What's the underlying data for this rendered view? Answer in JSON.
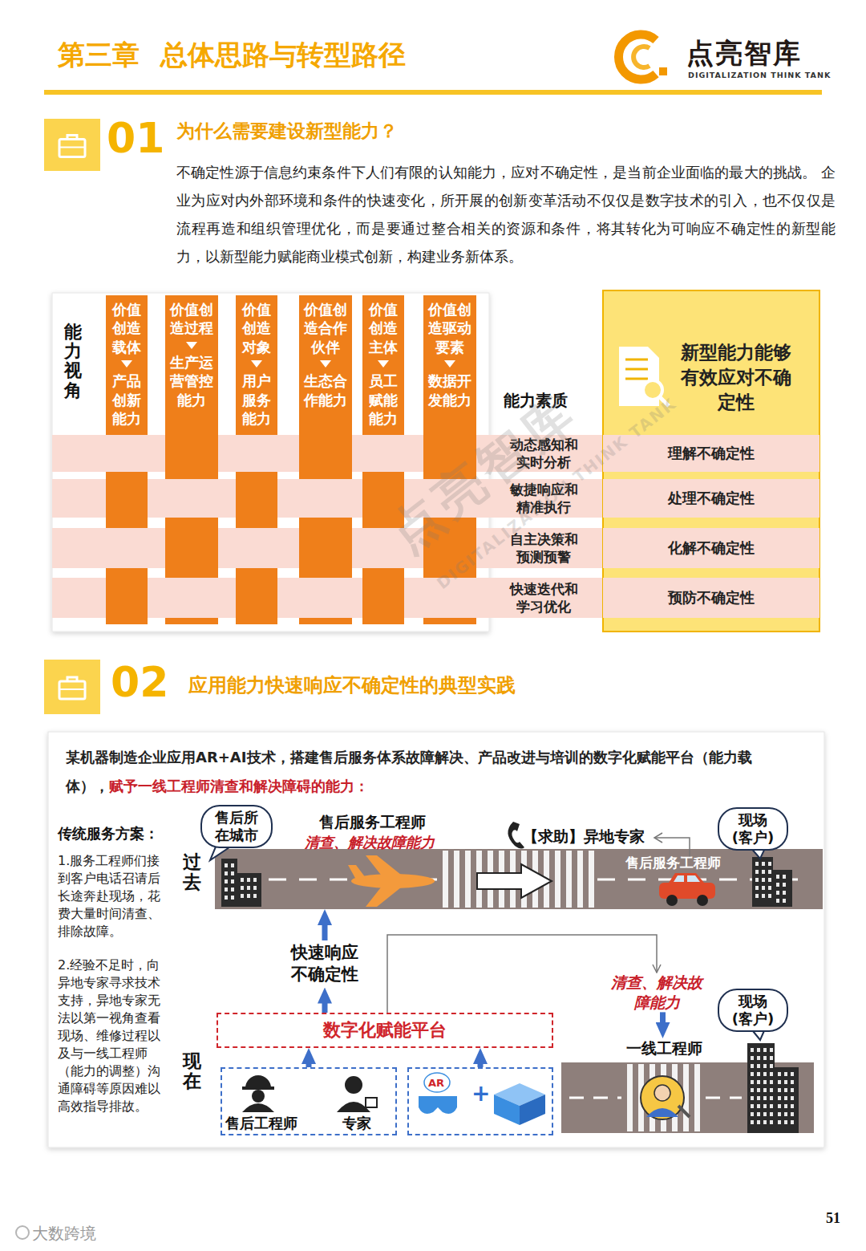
{
  "diagram": {
    "title": "第三章 总体思路与转型路径",
    "nodes": [
      {
        "text": [
          "价值创造载体",
          "产品创新能力"
        ]
      },
      {
        "text": [
          "价值创造过程",
          "生产运营管控能力"
        ]
      },
      {
        "text": [
          "价值创造对象",
          "用户服务能力"
        ]
      },
      {
        "text": [
          "价值创造合作伙伴",
          "生态合作能力"
        ]
      },
      {
        "text": [
          "价值创造主体",
          "员工赋能能力"
        ]
      },
      {
        "text": [
          "价值创造驱动要素",
          "数据开发能力"
        ]
      },
      {
        "text": [
          "动态感知和实时分析"
        ]
      },
      {
        "text": [
          "敏捷响应和精准执行"
        ]
      },
      {
        "text": [
          "自主决策和预测预警"
        ]
      },
      {
        "text": [
          "快速迭代和学习优化"
        ]
      },
      {
        "text": [
          "新型能力能够有效应对不确定性"
        ]
      },
      {
        "text": [
          "理解不确定性"
        ],
        "in": 10
      },
      {
        "text": [
          "处理不确定性"
        ],
        "in": 10
      },
      {
        "text": [
          "化解不确定性"
        ],
        "in": 10
      },
      {
        "text": [
          "预防不确定性"
        ],
        "in": 10
      },
      {
        "text": [
          "某机器制造企业应用AR+AI技术，搭建售后服务体系故障解决、产品改进与培训的数字化赋能平台（能力载体），",
          "赋予一线工程师清查和解决障碍的能力："
        ]
      },
      {
        "text": [
          "售后所在城市"
        ],
        "in": 15
      },
      {
        "text": [
          "现场 (客户)"
        ],
        "in": 15
      },
      {
        "text": [
          "售后服务工程师"
        ],
        "in": 15
      },
      {
        "text": [
          "快速响应不确定性"
        ],
        "in": 15
      },
      {
        "text": [
          "数字化赋能平台"
        ],
        "in": 15
      },
      {
        "text": [
          "售后工程师",
          "专家"
        ],
        "in": 15
      },
      {
        "text": [
          "AR",
          "+"
        ],
        "in": 15
      },
      {
        "text": [
          "清查、解决故障能力"
        ],
        "in": 15
      },
      {
        "text": [
          "一线工程师"
        ],
        "in": 15
      },
      {
        "text": [
          "现场 (客户)"
        ],
        "in": 15
      }
    ],
    "edges": [
      {
        "from": 21,
        "to": 20,
        "arrow": "to"
      },
      {
        "from": 22,
        "to": 20,
        "arrow": "to"
      },
      {
        "from": 20,
        "to": 19,
        "arrow": "to"
      },
      {
        "from": 19,
        "to": 18,
        "arrow": "to"
      },
      {
        "from": 20,
        "to": 23,
        "arrow": "to"
      },
      {
        "from": 23,
        "to": 24,
        "arrow": "to"
      }
    ],
    "labels": [
      "点亮智库",
      "DIGITALIZATION THINK TANK",
      "01",
      "为什么需要建设新型能力？",
      "不确定性源于信息约束条件下人们有限的认知能力，应对不确定性，是当前企业面临的最大的挑战。 企业为应对内外部环境和条件的快速变化，所开展的创新变革活动不仅仅是数字技术的引入，也不仅仅是流程再造和组织管理优化，而是要通过整合相关的资源和条件，将其转化为可响应不确定性的新型能力，以新型能力赋能商业模式创新，构建业务新体系。",
      "能力视角",
      "能力素质",
      "02",
      "应用能力快速响应不确定性的典型实践",
      "传统服务方案：",
      "1.服务工程师们接到客户电话召请后长途奔赴现场，花费大量时间清查、排除故障。",
      "2.经验不足时，向异地专家寻求技术支持，异地专家无法以第一视角查看现场、维修过程以及与一线工程师（能力的调整）沟通障碍等原因难以高效指导排故。",
      "过去",
      "现在",
      "售后服务工程师",
      "清查、解决故障能力",
      "【求助】异地专家",
      "点亮智库",
      "DIGITALIZATION THINK TANK",
      "大数跨境",
      "51"
    ]
  }
}
